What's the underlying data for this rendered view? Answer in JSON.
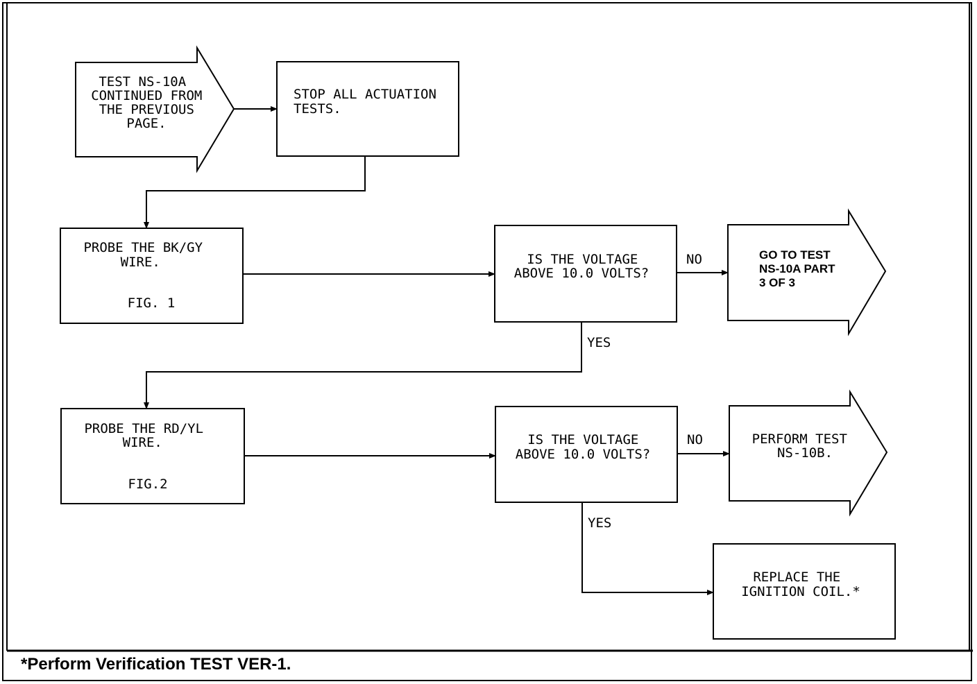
{
  "nodes": {
    "start": {
      "lines": [
        "TEST NS-10A",
        "CONTINUED FROM",
        "THE PREVIOUS",
        "PAGE."
      ]
    },
    "stop": {
      "lines": [
        "STOP ALL ACTUATION",
        "TESTS."
      ]
    },
    "probe1": {
      "lines": [
        "PROBE THE BK/GY",
        "WIRE."
      ],
      "fig": "FIG. 1"
    },
    "decision1": {
      "lines": [
        "IS THE VOLTAGE",
        "ABOVE 10.0 VOLTS?"
      ]
    },
    "goto": {
      "lines": [
        "GO TO TEST",
        "NS-10A PART",
        "3 OF 3"
      ]
    },
    "probe2": {
      "lines": [
        "PROBE THE RD/YL",
        "WIRE."
      ],
      "fig": "FIG.2"
    },
    "decision2": {
      "lines": [
        "IS THE VOLTAGE",
        "ABOVE 10.0 VOLTS?"
      ]
    },
    "perform": {
      "lines": [
        "PERFORM TEST",
        "NS-10B."
      ]
    },
    "replace": {
      "lines": [
        "REPLACE THE",
        "IGNITION COIL.*"
      ]
    }
  },
  "edge_labels": {
    "d1_no": "NO",
    "d1_yes": "YES",
    "d2_no": "NO",
    "d2_yes": "YES"
  },
  "footnote": "*Perform Verification TEST VER-1."
}
